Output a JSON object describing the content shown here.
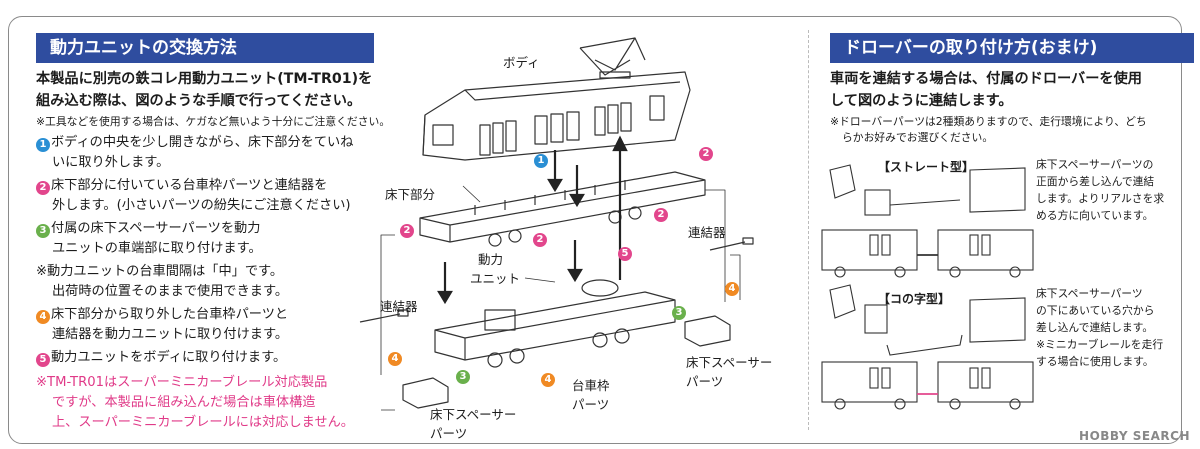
{
  "left": {
    "title": "動力ユニットの交換方法",
    "intro": [
      "本製品に別売の鉄コレ用動力ユニット(TM-TR01)を",
      "組み込む際は、図のような手順で行ってください。"
    ],
    "note": "※工具などを使用する場合は、ケガなど無いよう十分にご注意ください。",
    "steps": [
      {
        "num": "1",
        "lines": [
          "ボディの中央を少し開きながら、床下部分をていね",
          "いに取り外します。"
        ]
      },
      {
        "num": "2",
        "lines": [
          "床下部分に付いている台車枠パーツと連結器を",
          "外します。(小さいパーツの紛失にご注意ください)"
        ]
      },
      {
        "num": "3",
        "lines": [
          "付属の床下スペーサーパーツを動力",
          "ユニットの車端部に取り付けます。"
        ]
      },
      {
        "num": "",
        "lines": [
          "※動力ユニットの台車間隔は「中」です。",
          "出荷時の位置そのままで使用できます。"
        ]
      },
      {
        "num": "4",
        "lines": [
          "床下部分から取り外した台車枠パーツと",
          "連結器を動力ユニットに取り付けます。"
        ]
      },
      {
        "num": "5",
        "lines": [
          "動力ユニットをボディに取り付けます。"
        ]
      }
    ],
    "warning": [
      "※TM-TR01はスーパーミニカーブレール対応製品",
      "ですが、本製品に組み込んだ場合は車体構造",
      "上、スーパーミニカーブレールには対応しません。"
    ]
  },
  "diagram": {
    "body_label": "ボディ",
    "floor_label": "床下部分",
    "coupler_label_right": "連結器",
    "coupler_label_left": "連結器",
    "power_unit_label": [
      "動力",
      "ユニット"
    ],
    "truck_frame_label": [
      "台車枠",
      "パーツ"
    ],
    "spacer_label_right": [
      "床下スペーサー",
      "パーツ"
    ],
    "spacer_label_left": [
      "床下スペーサー",
      "パーツ"
    ],
    "badges": {
      "b1": "1",
      "b2": "2",
      "b3": "3",
      "b4": "4",
      "b5": "5"
    }
  },
  "right": {
    "title": "ドローバーの取り付け方(おまけ)",
    "intro": [
      "車両を連結する場合は、付属のドローバーを使用",
      "して図のように連結します。"
    ],
    "note": [
      "※ドローバーパーツは2種類ありますので、走行環境により、どち",
      "らかお好みでお選びください。"
    ],
    "straight": {
      "label": "【ストレート型】",
      "desc": [
        "床下スペーサーパーツの",
        "正面から差し込んで連結",
        "します。よりリアルさを求",
        "める方に向いています。"
      ]
    },
    "ko": {
      "label": "【コの字型】",
      "desc": [
        "床下スペーサーパーツ",
        "の下にあいている穴から",
        "差し込んで連結します。",
        "※ミニカーブレールを走行",
        "する場合に使用します。"
      ]
    }
  },
  "watermark": "HOBBY SEARCH",
  "colors": {
    "title_bg": "#2f4d9f",
    "blue": "#2a8fd4",
    "pink": "#e2468c",
    "green": "#6ab04c",
    "orange": "#f08a24"
  }
}
